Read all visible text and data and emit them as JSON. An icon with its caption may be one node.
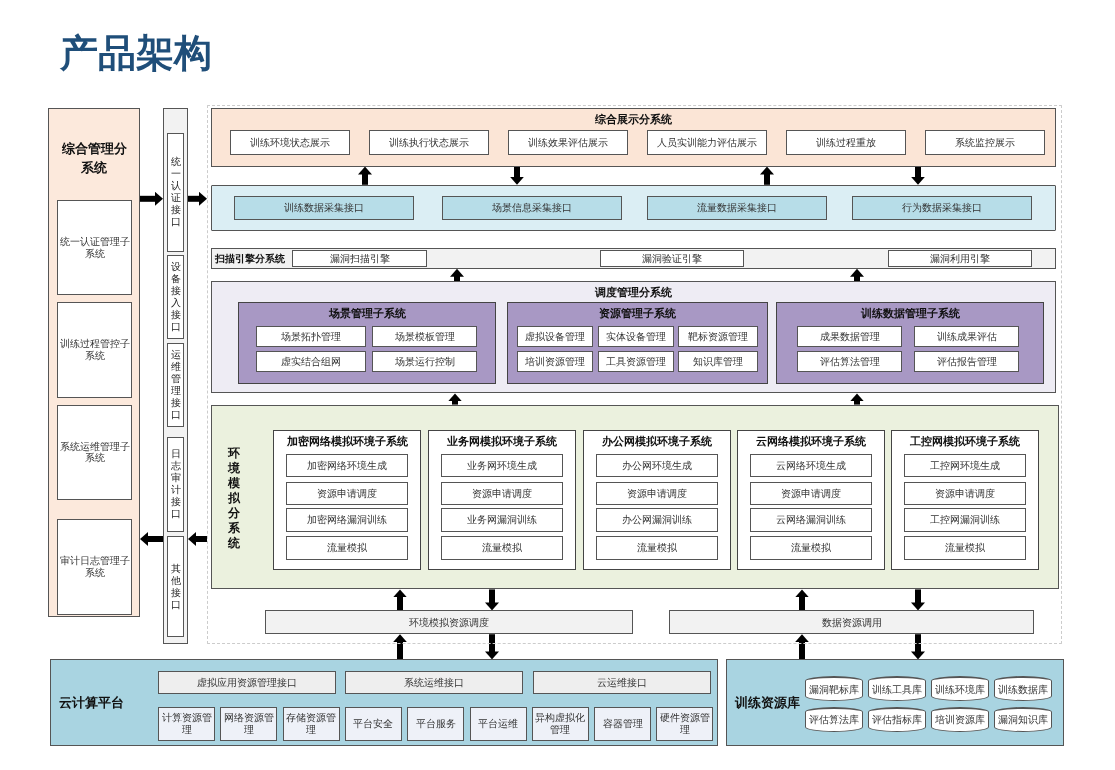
{
  "diagram": {
    "title": "产品架构",
    "nodes": [
      {
        "text": [
          "综合管理分系统"
        ]
      },
      {
        "text": [
          "统一认证管理子系统"
        ],
        "in": 0
      },
      {
        "text": [
          "训练过程管控子系统"
        ],
        "in": 0
      },
      {
        "text": [
          "系统运维管理子系统"
        ],
        "in": 0
      },
      {
        "text": [
          "审计日志管理子系统"
        ],
        "in": 0
      },
      {
        "text": [],
        "shape": "bar"
      },
      {
        "text": [
          "统一认证接口"
        ],
        "in": 5
      },
      {
        "text": [
          "设备接入接口"
        ],
        "in": 5
      },
      {
        "text": [
          "运维管理接口"
        ],
        "in": 5
      },
      {
        "text": [
          "日志审计接口"
        ],
        "in": 5
      },
      {
        "text": [
          "其他接口"
        ],
        "in": 5
      },
      {
        "text": [],
        "shape": "box"
      },
      {
        "text": [
          "综合展示分系统"
        ],
        "in": 11
      },
      {
        "text": [
          "训练环境状态展示"
        ],
        "in": 12
      },
      {
        "text": [
          "训练执行状态展示"
        ],
        "in": 12
      },
      {
        "text": [
          "训练效果评估展示"
        ],
        "in": 12
      },
      {
        "text": [
          "人员实训能力评估展示"
        ],
        "in": 12
      },
      {
        "text": [
          "训练过程重放"
        ],
        "in": 12
      },
      {
        "text": [
          "系统监控展示"
        ],
        "in": 12
      },
      {
        "text": [],
        "shape": "box",
        "in": 11
      },
      {
        "text": [
          "训练数据采集接口"
        ],
        "in": 19
      },
      {
        "text": [
          "场景信息采集接口"
        ],
        "in": 19
      },
      {
        "text": [
          "流量数据采集接口"
        ],
        "in": 19
      },
      {
        "text": [
          "行为数据采集接口"
        ],
        "in": 19
      },
      {
        "text": [
          "扫描引擎分系统"
        ],
        "in": 11
      },
      {
        "text": [
          "漏洞扫描引擎"
        ],
        "in": 24
      },
      {
        "text": [
          "漏洞验证引擎"
        ],
        "in": 24
      },
      {
        "text": [
          "漏洞利用引擎"
        ],
        "in": 24
      },
      {
        "text": [
          "调度管理分系统"
        ],
        "in": 11
      },
      {
        "text": [
          "场景管理子系统"
        ],
        "in": 28
      },
      {
        "text": [
          "场景拓扑管理"
        ],
        "in": 29
      },
      {
        "text": [
          "场景模板管理"
        ],
        "in": 29
      },
      {
        "text": [
          "虚实结合组网"
        ],
        "in": 29
      },
      {
        "text": [
          "场景运行控制"
        ],
        "in": 29
      },
      {
        "text": [
          "资源管理子系统"
        ],
        "in": 28
      },
      {
        "text": [
          "虚拟设备管理"
        ],
        "in": 34
      },
      {
        "text": [
          "实体设备管理"
        ],
        "in": 34
      },
      {
        "text": [
          "靶标资源管理"
        ],
        "in": 34
      },
      {
        "text": [
          "培训资源管理"
        ],
        "in": 34
      },
      {
        "text": [
          "工具资源管理"
        ],
        "in": 34
      },
      {
        "text": [
          "知识库管理"
        ],
        "in": 34
      },
      {
        "text": [
          "训练数据管理子系统"
        ],
        "in": 28
      },
      {
        "text": [
          "成果数据管理"
        ],
        "in": 41
      },
      {
        "text": [
          "训练成果评估"
        ],
        "in": 41
      },
      {
        "text": [
          "评估算法管理"
        ],
        "in": 41
      },
      {
        "text": [
          "评估报告管理"
        ],
        "in": 41
      },
      {
        "text": [
          "环境模拟分系统"
        ],
        "in": 11
      },
      {
        "text": [
          "加密网络模拟环境子系统"
        ],
        "in": 46
      },
      {
        "text": [
          "加密网络环境生成"
        ],
        "in": 47
      },
      {
        "text": [
          "资源申请调度"
        ],
        "in": 47
      },
      {
        "text": [
          "加密网络漏洞训练"
        ],
        "in": 47
      },
      {
        "text": [
          "流量模拟"
        ],
        "in": 47
      },
      {
        "text": [
          "业务网模拟环境子系统"
        ],
        "in": 46
      },
      {
        "text": [
          "业务网环境生成"
        ],
        "in": 52
      },
      {
        "text": [
          "资源申请调度"
        ],
        "in": 52
      },
      {
        "text": [
          "业务网漏洞训练"
        ],
        "in": 52
      },
      {
        "text": [
          "流量模拟"
        ],
        "in": 52
      },
      {
        "text": [
          "办公网模拟环境子系统"
        ],
        "in": 46
      },
      {
        "text": [
          "办公网环境生成"
        ],
        "in": 57
      },
      {
        "text": [
          "资源申请调度"
        ],
        "in": 57
      },
      {
        "text": [
          "办公网漏洞训练"
        ],
        "in": 57
      },
      {
        "text": [
          "流量模拟"
        ],
        "in": 57
      },
      {
        "text": [
          "云网络模拟环境子系统"
        ],
        "in": 46
      },
      {
        "text": [
          "云网络环境生成"
        ],
        "in": 62
      },
      {
        "text": [
          "资源申请调度"
        ],
        "in": 62
      },
      {
        "text": [
          "云网络漏洞训练"
        ],
        "in": 62
      },
      {
        "text": [
          "流量模拟"
        ],
        "in": 62
      },
      {
        "text": [
          "工控网模拟环境子系统"
        ],
        "in": 46
      },
      {
        "text": [
          "工控网环境生成"
        ],
        "in": 67
      },
      {
        "text": [
          "资源申请调度"
        ],
        "in": 67
      },
      {
        "text": [
          "工控网漏洞训练"
        ],
        "in": 67
      },
      {
        "text": [
          "流量模拟"
        ],
        "in": 67
      },
      {
        "text": [
          "环境模拟资源调度"
        ],
        "in": 11
      },
      {
        "text": [
          "数据资源调用"
        ],
        "in": 11
      },
      {
        "text": [
          "云计算平台"
        ]
      },
      {
        "text": [
          "虚拟应用资源管理接口"
        ],
        "in": 74
      },
      {
        "text": [
          "系统运维接口"
        ],
        "in": 74
      },
      {
        "text": [
          "云运维接口"
        ],
        "in": 74
      },
      {
        "text": [
          "计算资源管理"
        ],
        "in": 74
      },
      {
        "text": [
          "网络资源管理"
        ],
        "in": 74
      },
      {
        "text": [
          "存储资源管理"
        ],
        "in": 74
      },
      {
        "text": [
          "平台安全"
        ],
        "in": 74
      },
      {
        "text": [
          "平台服务"
        ],
        "in": 74
      },
      {
        "text": [
          "平台运维"
        ],
        "in": 74
      },
      {
        "text": [
          "异构虚拟化管理"
        ],
        "in": 74
      },
      {
        "text": [
          "容器管理"
        ],
        "in": 74
      },
      {
        "text": [
          "硬件资源管理"
        ],
        "in": 74
      },
      {
        "text": [
          "训练资源库"
        ]
      },
      {
        "text": [
          "漏洞靶标库"
        ],
        "in": 87
      },
      {
        "text": [
          "训练工具库"
        ],
        "in": 87
      },
      {
        "text": [
          "训练环境库"
        ],
        "in": 87
      },
      {
        "text": [
          "训练数据库"
        ],
        "in": 87
      },
      {
        "text": [
          "评估算法库"
        ],
        "in": 87
      },
      {
        "text": [
          "评估指标库"
        ],
        "in": 87
      },
      {
        "text": [
          "培训资源库"
        ],
        "in": 87
      },
      {
        "text": [
          "漏洞知识库"
        ],
        "in": 87
      }
    ],
    "edges": [
      {
        "from": 0,
        "to": 5,
        "arrow": "to"
      },
      {
        "from": 5,
        "to": 11,
        "arrow": "to"
      },
      {
        "from": 11,
        "to": 5,
        "arrow": "to"
      },
      {
        "from": 5,
        "to": 0,
        "arrow": "to"
      },
      {
        "from": 19,
        "to": 12,
        "arrow": "to"
      },
      {
        "from": 12,
        "to": 19,
        "arrow": "to"
      },
      {
        "from": 19,
        "to": 12,
        "arrow": "to"
      },
      {
        "from": 12,
        "to": 19,
        "arrow": "to"
      },
      {
        "from": 28,
        "to": 24,
        "arrow": "to"
      },
      {
        "from": 28,
        "to": 24,
        "arrow": "to"
      },
      {
        "from": 46,
        "to": 28,
        "arrow": "to"
      },
      {
        "from": 46,
        "to": 28,
        "arrow": "to"
      },
      {
        "from": 72,
        "to": 46,
        "arrow": "to"
      },
      {
        "from": 46,
        "to": 72,
        "arrow": "to"
      },
      {
        "from": 73,
        "to": 46,
        "arrow": "to"
      },
      {
        "from": 46,
        "to": 73,
        "arrow": "to"
      },
      {
        "from": 74,
        "to": 72,
        "arrow": "to"
      },
      {
        "from": 72,
        "to": 74,
        "arrow": "to"
      },
      {
        "from": 87,
        "to": 73,
        "arrow": "to"
      },
      {
        "from": 73,
        "to": 87,
        "arrow": "to"
      }
    ]
  }
}
